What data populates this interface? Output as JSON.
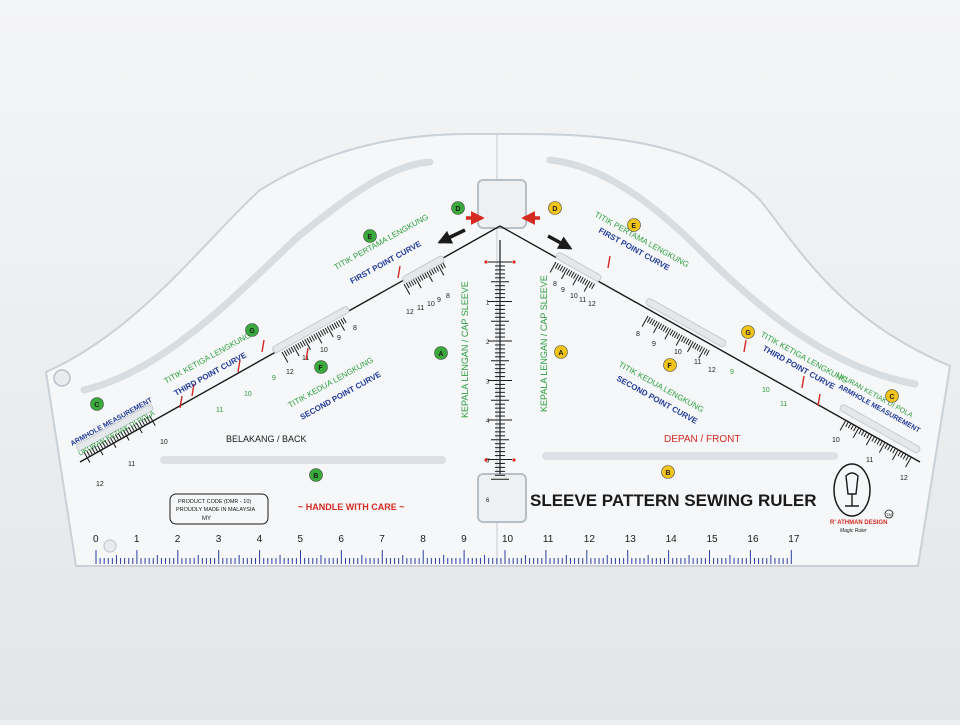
{
  "ruler": {
    "title": "SLEEVE PATTERN SEWING RULER",
    "handle_notice": "~ HANDLE WITH CARE ~",
    "product_code": "PRODUCT CODE (DMR - 10)",
    "made_in": "PROUDLY MADE IN MALAYSIA",
    "country_code": "MY",
    "brand_name": "R' ATHMAN DESIGN",
    "brand_tagline": "Magic Ruler",
    "trademark": "TM",
    "back_label": "BELAKANG / BACK",
    "front_label": "DEPAN / FRONT",
    "cap_label_left": "KEPALA LENGAN / CAP SLEEVE",
    "cap_label_right": "KEPALA LENGAN / CAP SLEEVE",
    "first_curve_ms": "TITIK PERTAMA LENGKUNG",
    "first_curve_en": "FIRST POINT CURVE",
    "second_curve_ms": "TITIK KEDUA LENGKUNG",
    "second_curve_en": "SECOND POINT CURVE",
    "third_curve_ms": "TITIK KETIGA LENGKUNG",
    "third_curve_en": "THIRD POINT CURVE",
    "armhole_en": "ARMHOLE MEASUREMENT",
    "armhole_ms": "UKURAN KETIAK DI POLA",
    "badges": {
      "A": "A",
      "B": "B",
      "C": "C",
      "D": "D",
      "E": "E",
      "F": "F",
      "G": "G"
    },
    "bottom_scale": [
      "0",
      "1",
      "2",
      "3",
      "4",
      "5",
      "6",
      "7",
      "8",
      "9",
      "10",
      "11",
      "12",
      "13",
      "14",
      "15",
      "16",
      "17"
    ],
    "vertical_scale": [
      "1",
      "2",
      "3",
      "4",
      "5",
      "6"
    ],
    "left_first_scale": [
      "12",
      "11",
      "10",
      "9",
      "8"
    ],
    "right_first_scale": [
      "8",
      "9",
      "10",
      "11",
      "12"
    ],
    "left_third_scale": [
      "12",
      "11",
      "10",
      "9",
      "8"
    ],
    "right_third_scale": [
      "8",
      "9",
      "10",
      "11",
      "12"
    ],
    "left_armhole_scale": [
      "12",
      "11",
      "10"
    ],
    "right_armhole_scale": [
      "10",
      "11",
      "12"
    ],
    "left_mid_marks": [
      "11",
      "10",
      "9"
    ],
    "right_mid_marks": [
      "9",
      "10",
      "11"
    ]
  },
  "colors": {
    "background": "#eceef0",
    "ruler_fill": "#f6f8f9",
    "ruler_edge": "#c9d0d6",
    "black": "#1a1a1a",
    "green": "#2e9e3e",
    "blue": "#233a9a",
    "red": "#d42a22",
    "badge_green": "#3aaa3c",
    "badge_yellow": "#f0c419",
    "scale_blue": "#2a3f9e"
  },
  "icons": {
    "arrows": "arrow-icon",
    "badges": "letter-badge-icon",
    "logo": "dress-form-logo-icon"
  }
}
